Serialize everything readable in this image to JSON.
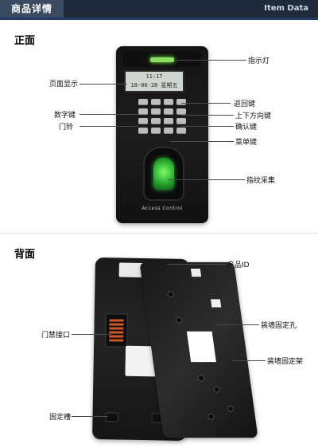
{
  "header": {
    "tab_label": "商品详情",
    "right_label": "Item Data"
  },
  "sections": {
    "front_title": "正面",
    "back_title": "背面"
  },
  "front_device": {
    "lcd": {
      "line1": "11:17",
      "line2": "18-06-28 星期五"
    },
    "brand_text": "Access Control"
  },
  "callouts": {
    "front": {
      "indicator": "指示灯",
      "page_display": "页面显示",
      "back_key": "返回键",
      "number_keys": "数字键",
      "up_down_keys": "上下方向键",
      "doorbell": "门铃",
      "confirm_key": "确认键",
      "menu_key": "菜单键",
      "fingerprint": "指纹采集"
    },
    "back": {
      "product_id": "产品ID",
      "wall_holes": "装墙固定孔",
      "access_interface": "门禁接口",
      "mount_bracket": "装墙固定架",
      "fixing_slot": "固定槽"
    }
  }
}
